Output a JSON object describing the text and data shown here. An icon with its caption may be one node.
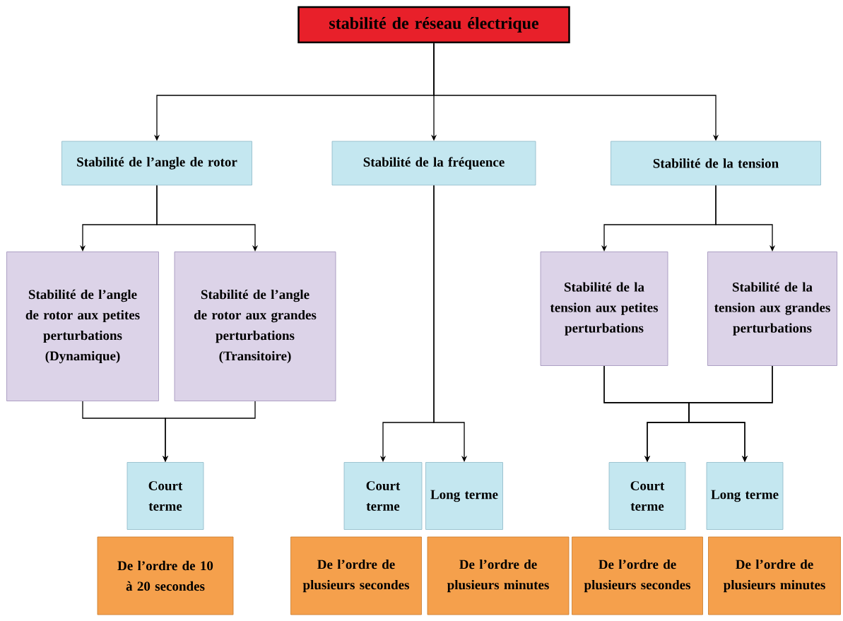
{
  "diagram": {
    "nodes": [
      {
        "text": [
          "stabilité de réseau électrique"
        ]
      },
      {
        "text": [
          "Stabilité de l’angle de rotor"
        ]
      },
      {
        "text": [
          "Stabilité de la fréquence"
        ]
      },
      {
        "text": [
          "Stabilité de la tension"
        ]
      },
      {
        "text": [
          "Stabilité de l’angle de rotor aux petites perturbations (Dynamique)"
        ]
      },
      {
        "text": [
          "Stabilité de l’angle de rotor aux grandes perturbations (Transitoire)"
        ]
      },
      {
        "text": [
          "Stabilité de la tension aux petites perturbations"
        ]
      },
      {
        "text": [
          "Stabilité de la tension aux grandes perturbations"
        ]
      },
      {
        "text": [
          "Court terme"
        ]
      },
      {
        "text": [
          "Court terme"
        ]
      },
      {
        "text": [
          "Long terme"
        ]
      },
      {
        "text": [
          "Court terme"
        ]
      },
      {
        "text": [
          "Long terme"
        ]
      },
      {
        "text": [
          "De l’ordre de 10 à 20 secondes"
        ]
      },
      {
        "text": [
          "De l’ordre de plusieurs secondes"
        ]
      },
      {
        "text": [
          "De l’ordre de plusieurs minutes"
        ]
      },
      {
        "text": [
          "De l’ordre de plusieurs secondes"
        ]
      },
      {
        "text": [
          "De l’ordre de plusieurs minutes"
        ]
      }
    ],
    "edges": [
      {
        "from": 0,
        "to": 1,
        "arrow": "to"
      },
      {
        "from": 0,
        "to": 2,
        "arrow": "to"
      },
      {
        "from": 0,
        "to": 3,
        "arrow": "to"
      },
      {
        "from": 1,
        "to": 4,
        "arrow": "to"
      },
      {
        "from": 1,
        "to": 5,
        "arrow": "to"
      },
      {
        "from": 4,
        "to": 8,
        "arrow": "to"
      },
      {
        "from": 5,
        "to": 8,
        "arrow": "to"
      },
      {
        "from": 2,
        "to": 9,
        "arrow": "to"
      },
      {
        "from": 2,
        "to": 10,
        "arrow": "to"
      },
      {
        "from": 3,
        "to": 6,
        "arrow": "to"
      },
      {
        "from": 3,
        "to": 7,
        "arrow": "to"
      },
      {
        "from": 6,
        "to": 11,
        "arrow": "to"
      },
      {
        "from": 6,
        "to": 12,
        "arrow": "to"
      },
      {
        "from": 7,
        "to": 11,
        "arrow": "to"
      },
      {
        "from": 7,
        "to": 12,
        "arrow": "to"
      }
    ]
  }
}
